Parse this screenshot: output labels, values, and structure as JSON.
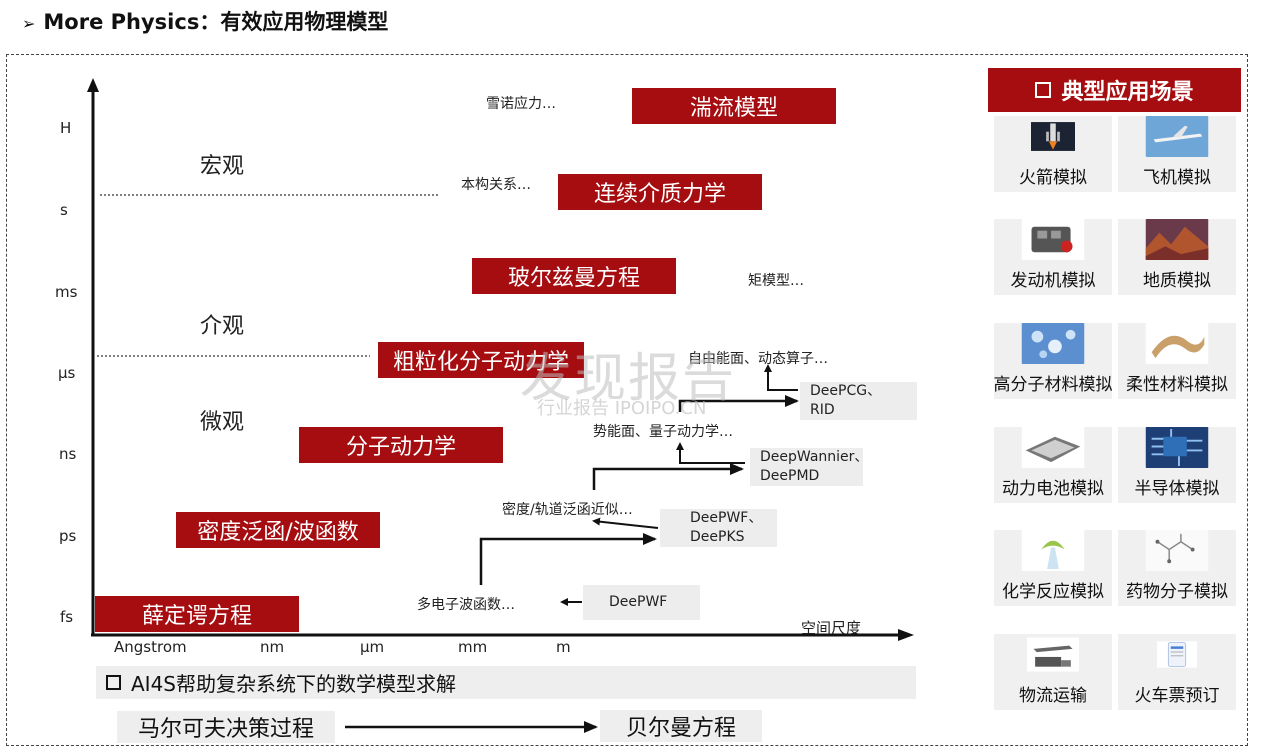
{
  "header": {
    "title": "More Physics：有效应用物理模型"
  },
  "axes": {
    "y_ticks": [
      "H",
      "s",
      "ms",
      "μs",
      "ns",
      "ps",
      "fs"
    ],
    "x_ticks": [
      "Angstrom",
      "nm",
      "μm",
      "mm",
      "m"
    ],
    "x_label": "空间尺度"
  },
  "scales": {
    "macro": "宏观",
    "meso": "介观",
    "micro": "微观"
  },
  "models": {
    "turbulence": "湍流模型",
    "continuum": "连续介质力学",
    "boltzmann": "玻尔兹曼方程",
    "coarse_md": "粗粒化分子动力学",
    "md": "分子动力学",
    "dft": "密度泛函/波函数",
    "schrodinger": "薛定谔方程"
  },
  "annotations": {
    "snow": "雪诺应力…",
    "constitutive": "本构关系…",
    "moment": "矩模型…",
    "free_energy": "自由能面、动态算子…",
    "potential": "势能面、量子动力学…",
    "density": "密度/轨道泛函近似…",
    "many_electron": "多电子波函数…"
  },
  "deep_tools": {
    "pcg": [
      "DeePCG、",
      "RID"
    ],
    "wannier": [
      "DeepWannier、",
      "DeePMD"
    ],
    "pwf_pks": [
      "DeePWF、",
      "DeePKS"
    ],
    "pwf": [
      "DeePWF"
    ]
  },
  "applications": {
    "header": "典型应用场景",
    "items": [
      {
        "label": "火箭模拟",
        "icon": "rocket-icon"
      },
      {
        "label": "飞机模拟",
        "icon": "airplane-icon"
      },
      {
        "label": "发动机模拟",
        "icon": "engine-icon"
      },
      {
        "label": "地质模拟",
        "icon": "geology-icon"
      },
      {
        "label": "高分子材料模拟",
        "icon": "polymer-icon"
      },
      {
        "label": "柔性材料模拟",
        "icon": "flexible-material-icon"
      },
      {
        "label": "动力电池模拟",
        "icon": "battery-icon"
      },
      {
        "label": "半导体模拟",
        "icon": "semiconductor-icon"
      },
      {
        "label": "化学反应模拟",
        "icon": "chemistry-icon"
      },
      {
        "label": "药物分子模拟",
        "icon": "drug-molecule-icon"
      },
      {
        "label": "物流运输",
        "icon": "logistics-icon"
      },
      {
        "label": "火车票预订",
        "icon": "train-ticket-icon"
      }
    ]
  },
  "bottom": {
    "ai4s": "AI4S帮助复杂系统下的数学模型求解",
    "markov": "马尔可夫决策过程",
    "bellman": "贝尔曼方程"
  },
  "watermark": {
    "main": "发现报告",
    "sub": "行业报告 IPOIPO.CN"
  },
  "colors": {
    "accent": "#a50d10",
    "panel": "#ededed"
  }
}
